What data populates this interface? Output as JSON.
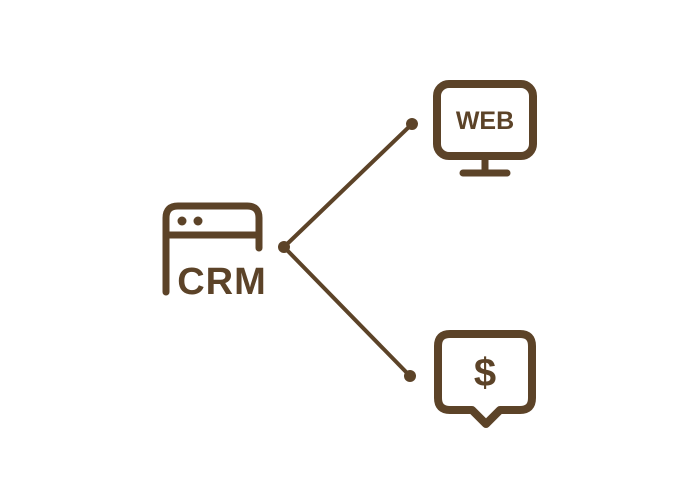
{
  "colors": {
    "stroke": "#5c4328",
    "background": "#ffffff"
  },
  "crm": {
    "icon": "browser-window-icon",
    "label": "CRM"
  },
  "web": {
    "icon": "monitor-icon",
    "label": "WEB"
  },
  "payment": {
    "icon": "dollar-speech-bubble-icon",
    "label": "$"
  },
  "connections": [
    {
      "from": "crm",
      "to": "web"
    },
    {
      "from": "crm",
      "to": "payment"
    }
  ]
}
